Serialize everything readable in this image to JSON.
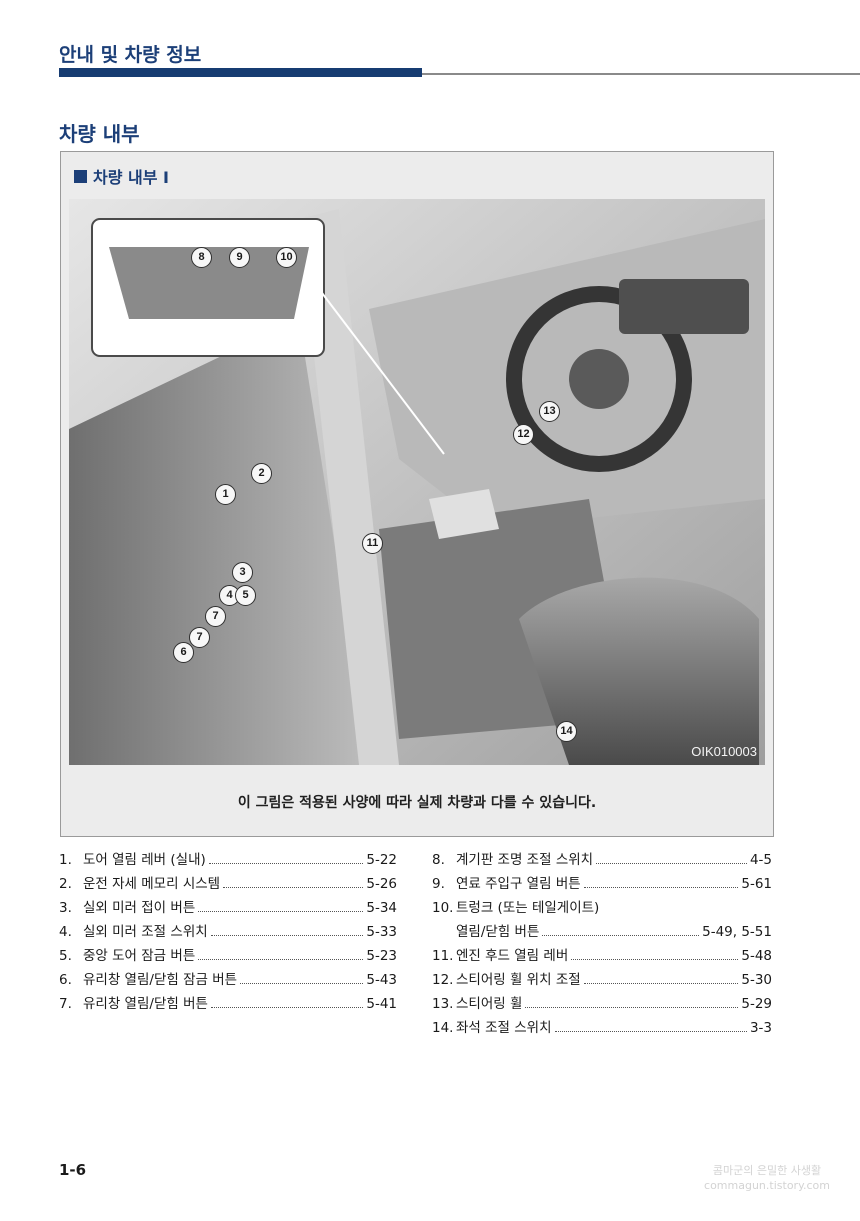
{
  "header": {
    "title": "안내 및 차량 정보"
  },
  "section": {
    "title": "차량 내부"
  },
  "figure": {
    "label": "차량 내부 I",
    "image_code": "OIK010003",
    "caption": "이 그림은 적용된 사양에 따라 실제 차량과 다를 수 있습니다.",
    "callouts": [
      "1",
      "2",
      "3",
      "4",
      "5",
      "6",
      "7",
      "7",
      "8",
      "9",
      "10",
      "11",
      "12",
      "13",
      "14"
    ]
  },
  "items_left": [
    {
      "num": "1.",
      "label": "도어 열림 레버 (실내)",
      "page": "5-22"
    },
    {
      "num": "2.",
      "label": "운전 자세 메모리 시스템",
      "page": "5-26"
    },
    {
      "num": "3.",
      "label": "실외 미러 접이 버튼",
      "page": "5-34"
    },
    {
      "num": "4.",
      "label": "실외 미러 조절 스위치",
      "page": "5-33"
    },
    {
      "num": "5.",
      "label": "중앙 도어 잠금 버튼",
      "page": "5-23"
    },
    {
      "num": "6.",
      "label": "유리창 열림/닫힘 잠금 버튼",
      "page": "5-43"
    },
    {
      "num": "7.",
      "label": "유리창 열림/닫힘 버튼",
      "page": "5-41"
    }
  ],
  "items_right": [
    {
      "num": "8.",
      "label": "계기판 조명 조절 스위치",
      "page": "4-5"
    },
    {
      "num": "9.",
      "label": "연료 주입구 열림 버튼",
      "page": "5-61"
    },
    {
      "num": "10.",
      "label": "트렁크 (또는 테일게이트)"
    },
    {
      "label": "열림/닫힘 버튼",
      "page": "5-49, 5-51"
    },
    {
      "num": "11.",
      "label": "엔진 후드 열림 레버",
      "page": "5-48"
    },
    {
      "num": "12.",
      "label": "스티어링 휠 위치 조절",
      "page": "5-30"
    },
    {
      "num": "13.",
      "label": "스티어링 휠",
      "page": "5-29"
    },
    {
      "num": "14.",
      "label": "좌석 조절 스위치",
      "page": "3-3"
    }
  ],
  "footer": {
    "page_number": "1-6",
    "watermark_line1": "콤마군의 은밀한 사생활",
    "watermark_line2": "commagun.tistory.com"
  }
}
